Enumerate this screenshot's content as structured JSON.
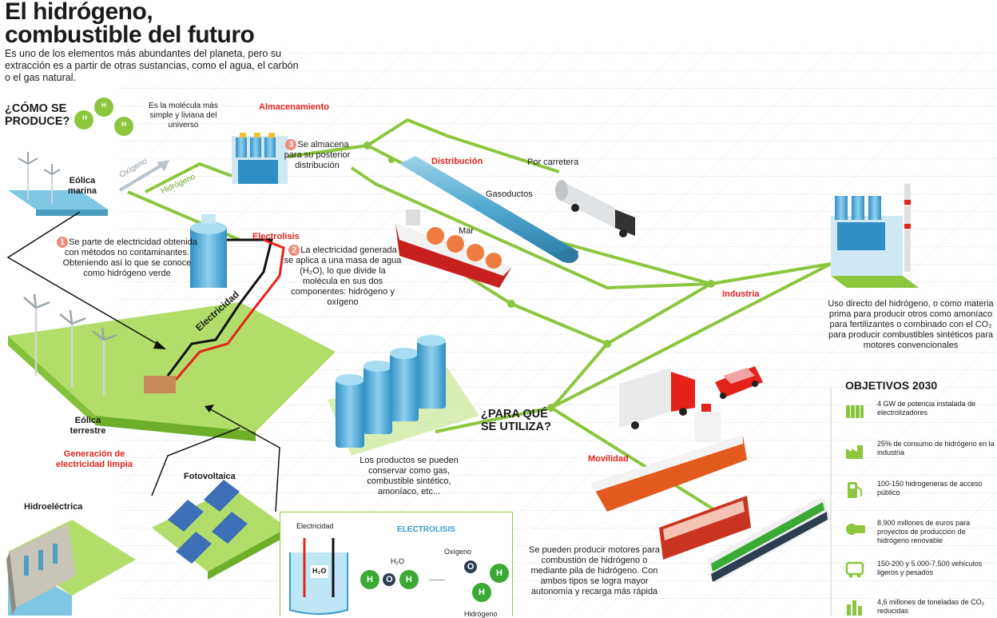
{
  "title_line1": "El hidrógeno,",
  "title_line2": "combustible del futuro",
  "intro": "Es uno de los elementos más abundantes del planeta, pero su extracción es a partir de otras sustancias, como el agua, el carbón o el gas natural.",
  "how": {
    "heading_line1": "¿CÓMO SE",
    "heading_line2": "PRODUCE?",
    "molecule_symbol": "H",
    "molecule_text": "Es la molécula más simple y liviana del universo"
  },
  "labels": {
    "almacenamiento": "Almacenamiento",
    "distribucion": "Distribución",
    "electrolisis": "Electrolisis",
    "industria": "Industria",
    "movilidad": "Movilidad",
    "generacion": "Generación de electricidad limpia",
    "oxigeno": "Oxígeno",
    "hidrogeno": "Hidrógeno",
    "electricidad": "Electricidad",
    "por_carretera": "Por carretera",
    "gasoductos": "Gasoductos",
    "mar": "Mar",
    "eolica_marina": "Eólica marina",
    "eolica_terrestre": "Eólica terrestre",
    "fotovoltaica": "Fotovoltaica",
    "hidroelectrica": "Hidroeléctrica"
  },
  "steps": {
    "s1_num": "1",
    "s1_text": "Se parte de electricidad obtenida con métodos no contaminantes. Obteniendo así lo que se conoce como hidrógeno verde",
    "s2_num": "2",
    "s2_text": "La electricidad generada se aplica a una masa de agua (H₂O), lo que divide la molécula en sus dos componentes: hidrógeno y oxígeno",
    "s3_num": "3",
    "s3_text": "Se almacena para su posterior distribución"
  },
  "uses": {
    "heading_line1": "¿PARA QUÉ",
    "heading_line2": "SE UTILIZA?",
    "products_text": "Los productos se pueden conservar como gas, combustible sintético, amoníaco, etc...",
    "industria_text": "Uso directo del hidrógeno, o como materia prima para producir otros como amoníaco para fertilizantes o combinado con el CO₂ para producir combustibles sintéticos para motores convencionales",
    "movilidad_text": "Se pueden producir motores para combustión de hidrógeno o mediante pila de hidrógeno. Con ambos tipos se logra mayor autonomía y recarga más rápida"
  },
  "inset": {
    "title": "ELECTROLISIS",
    "electricidad": "Electricidad",
    "water": "H₂O",
    "oxigeno": "Oxígeno",
    "hidrogeno": "Hidrógeno",
    "h": "H",
    "o": "O"
  },
  "objectives": {
    "heading": "OBJETIVOS 2030",
    "items": [
      {
        "icon": "electrolyzer-icon",
        "text": "4 GW de potencia instalada de electrolizadores"
      },
      {
        "icon": "factory-icon",
        "text": "25% de consumo de hidrógeno en la industria"
      },
      {
        "icon": "fuel-pump-icon",
        "text": "100-150 hidrogeneras de acceso público"
      },
      {
        "icon": "money-icon",
        "text": "8.900 millones de euros para proyectos de producción de hidrógeno renovable"
      },
      {
        "icon": "vehicle-icon",
        "text": "150-200 y 5.000-7.500 vehículos ligeros y pesados"
      },
      {
        "icon": "co2-icon",
        "text": "4,6 millones de toneladas de CO₂ reducidas"
      }
    ]
  },
  "colors": {
    "accent_red": "#e3231b",
    "pipe_green": "#8cc63f",
    "land_green": "#a7d65c",
    "water_blue": "#5fb6d9"
  }
}
